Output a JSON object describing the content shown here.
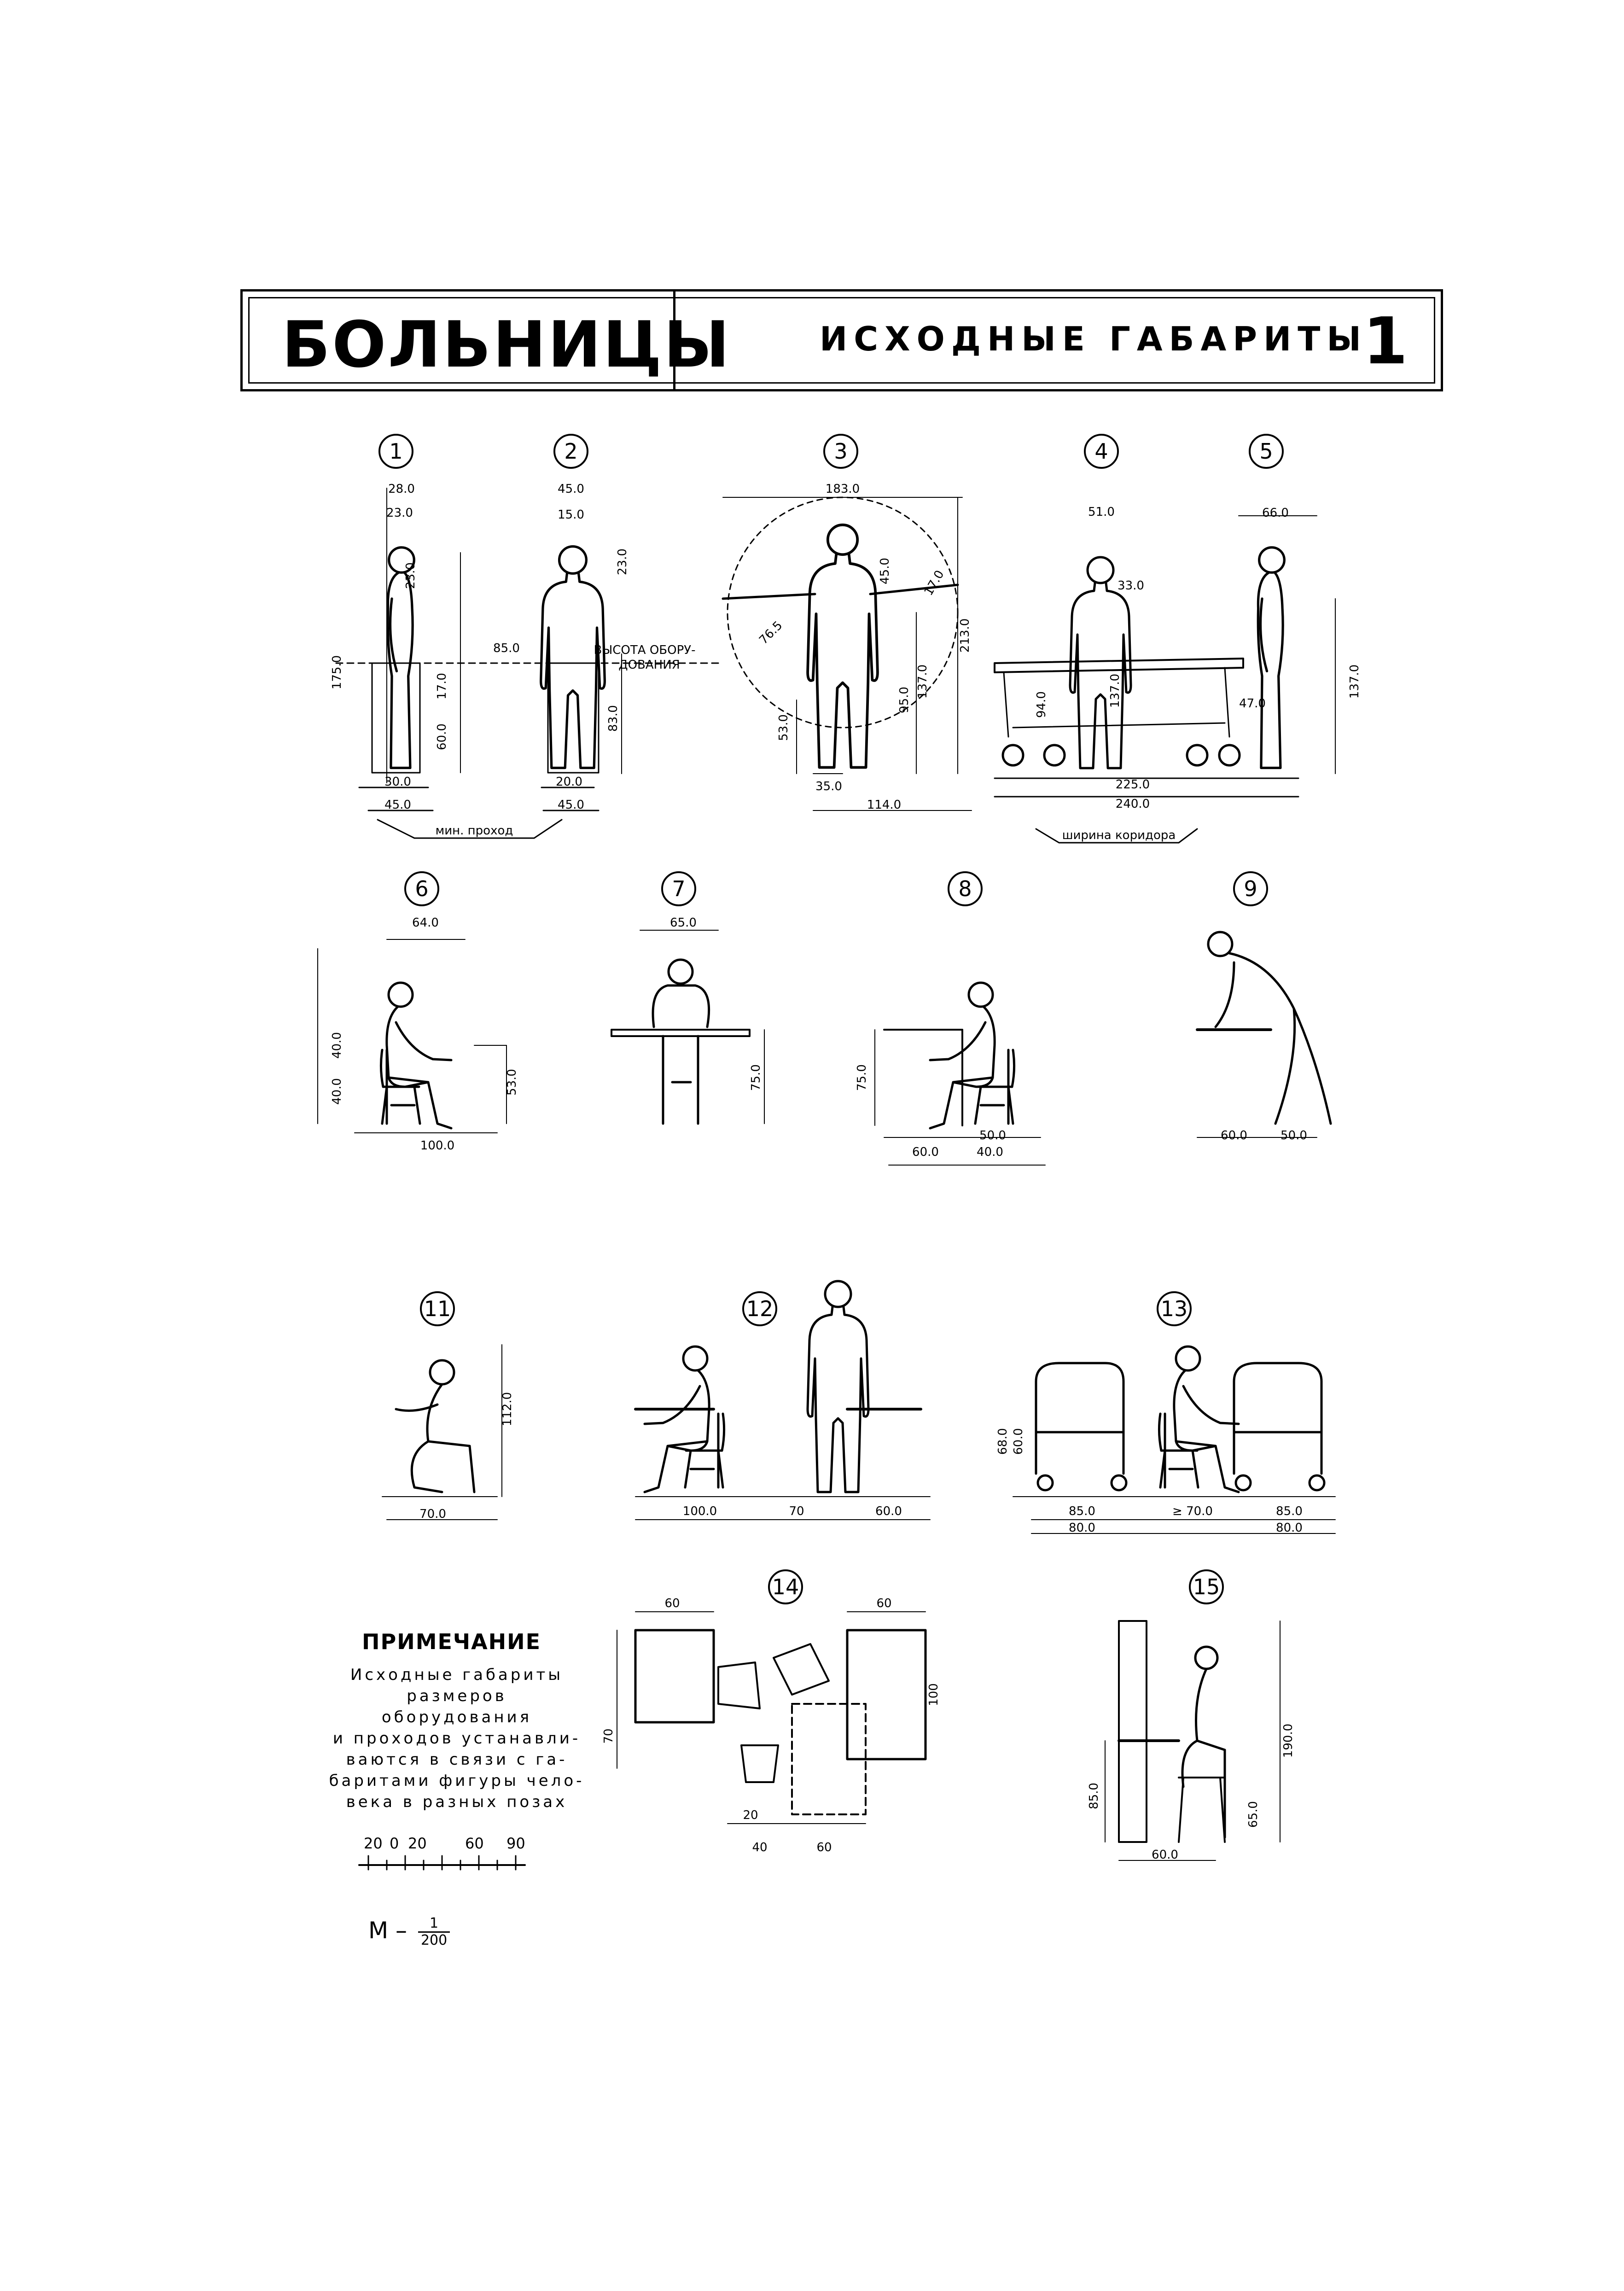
{
  "header": {
    "title": "БОЛЬНИЦЫ",
    "subtitle": "ИСХОДНЫЕ ГАБАРИТЫ",
    "sheet_number": "1"
  },
  "figures": [
    {
      "num": "1",
      "dims": [
        "28.0",
        "23.0",
        "23.0",
        "175.0",
        "17.0",
        "60.0",
        "30.0",
        "45.0"
      ]
    },
    {
      "num": "2",
      "dims": [
        "45.0",
        "15.0",
        "23.0",
        "85.0",
        "83.0",
        "20.0",
        "45.0"
      ],
      "labels": [
        "ВЫСОТА ОБОРУ-",
        "ДОВАНИЯ"
      ],
      "passage": "мин. проход"
    },
    {
      "num": "3",
      "dims": [
        "183.0",
        "45.0",
        "17.0",
        "76.5",
        "53.0",
        "95.0",
        "137.0",
        "213.0",
        "35.0",
        "114.0"
      ]
    },
    {
      "num": "4",
      "dims": [
        "51.0",
        "33.0",
        "94.0",
        "137.0",
        "225.0",
        "240.0"
      ],
      "corridor": "ширина коридора"
    },
    {
      "num": "5",
      "dims": [
        "66.0",
        "47.0",
        "137.0"
      ]
    },
    {
      "num": "6",
      "dims": [
        "64.0",
        "40.0",
        "40.0",
        "53.0",
        "100.0"
      ]
    },
    {
      "num": "7",
      "dims": [
        "65.0",
        "75.0"
      ]
    },
    {
      "num": "8",
      "dims": [
        "75.0",
        "50.0",
        "60.0",
        "40.0"
      ]
    },
    {
      "num": "9",
      "dims": [
        "60.0",
        "50.0"
      ]
    },
    {
      "num": "11",
      "dims": [
        "112.0",
        "70.0"
      ]
    },
    {
      "num": "12",
      "dims": [
        "100.0",
        "70",
        "60.0"
      ]
    },
    {
      "num": "13",
      "dims": [
        "68.0",
        "60.0",
        "85.0",
        "80.0",
        "≥ 70.0",
        "85.0",
        "80.0"
      ]
    },
    {
      "num": "14",
      "dims": [
        "60",
        "60",
        "100",
        "70",
        "20",
        "40",
        "60"
      ]
    },
    {
      "num": "15",
      "dims": [
        "190.0",
        "85.0",
        "65.0",
        "60.0"
      ]
    }
  ],
  "note": {
    "heading": "ПРИМЕЧАНИЕ",
    "body": "Исходные габариты\nразмеров оборудования\nи проходов устанавли-\nваются в связи с га-\nбаритами фигуры чело-\nвека в разных позах"
  },
  "scale": {
    "ticks": [
      "20",
      "0",
      "20",
      "60",
      "90"
    ],
    "ratio_prefix": "М –",
    "ratio_num": "1",
    "ratio_den": "200"
  }
}
